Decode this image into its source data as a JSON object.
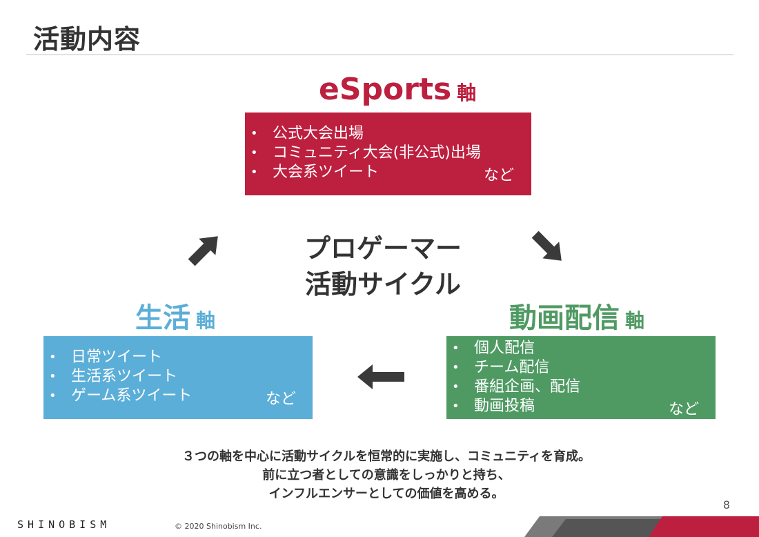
{
  "page": {
    "title": "活動内容",
    "page_number": "8"
  },
  "esports": {
    "heading": "eSports",
    "heading_suffix": "軸",
    "items": [
      "公式大会出場",
      "コミュニティ大会(非公式)出場",
      "大会系ツイート"
    ],
    "trailing": "など",
    "color": "#bd1f3f"
  },
  "life": {
    "heading": "生活",
    "heading_suffix": "軸",
    "items": [
      "日常ツイート",
      "生活系ツイート",
      "ゲーム系ツイート"
    ],
    "trailing": "など",
    "color": "#5baed8"
  },
  "streaming": {
    "heading": "動画配信",
    "heading_suffix": "軸",
    "items": [
      "個人配信",
      "チーム配信",
      "番組企画、配信",
      "動画投稿"
    ],
    "trailing": "など",
    "color": "#4f9a63"
  },
  "cycle": {
    "line1": "プロゲーマー",
    "line2": "活動サイクル"
  },
  "summary": {
    "line1": "３つの軸を中心に活動サイクルを恒常的に実施し、コミュニティを育成。",
    "line2": "前に立つ者としての意識をしっかりと持ち、",
    "line3": "インフルエンサーとしての価値を高める。"
  },
  "footer": {
    "logo": "SHINOBISM",
    "copyright": "© 2020 Shinobism Inc."
  },
  "bullet": "•"
}
